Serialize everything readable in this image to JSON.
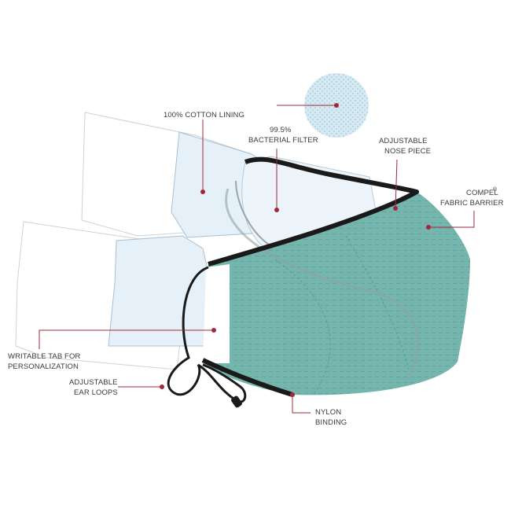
{
  "diagram": {
    "labels": {
      "cotton_lining": "100% COTTON LINING",
      "filter_line1": "99.5%",
      "filter_line2": "BACTERIAL FILTER",
      "nose_line1": "ADJUSTABLE",
      "nose_line2": "NOSE PIECE",
      "compel_line1": "COMPEL",
      "compel_reg": "®",
      "compel_line2": "FABRIC BARRIER",
      "tab_line1": "WRITABLE TAB FOR",
      "tab_line2": "PERSONALIZATION",
      "ear_line1": "ADJUSTABLE",
      "ear_line2": "EAR LOOPS",
      "nylon_line1": "NYLON",
      "nylon_line2": "BINDING"
    },
    "colors": {
      "leader": "#a0283a",
      "mask_fabric": "#74b5ad",
      "binding": "#1a1a1a",
      "layer_fill": "#e9f2f8",
      "layer_stroke": "#a9bfd0",
      "filter_disc": "#d7e9f2"
    }
  }
}
